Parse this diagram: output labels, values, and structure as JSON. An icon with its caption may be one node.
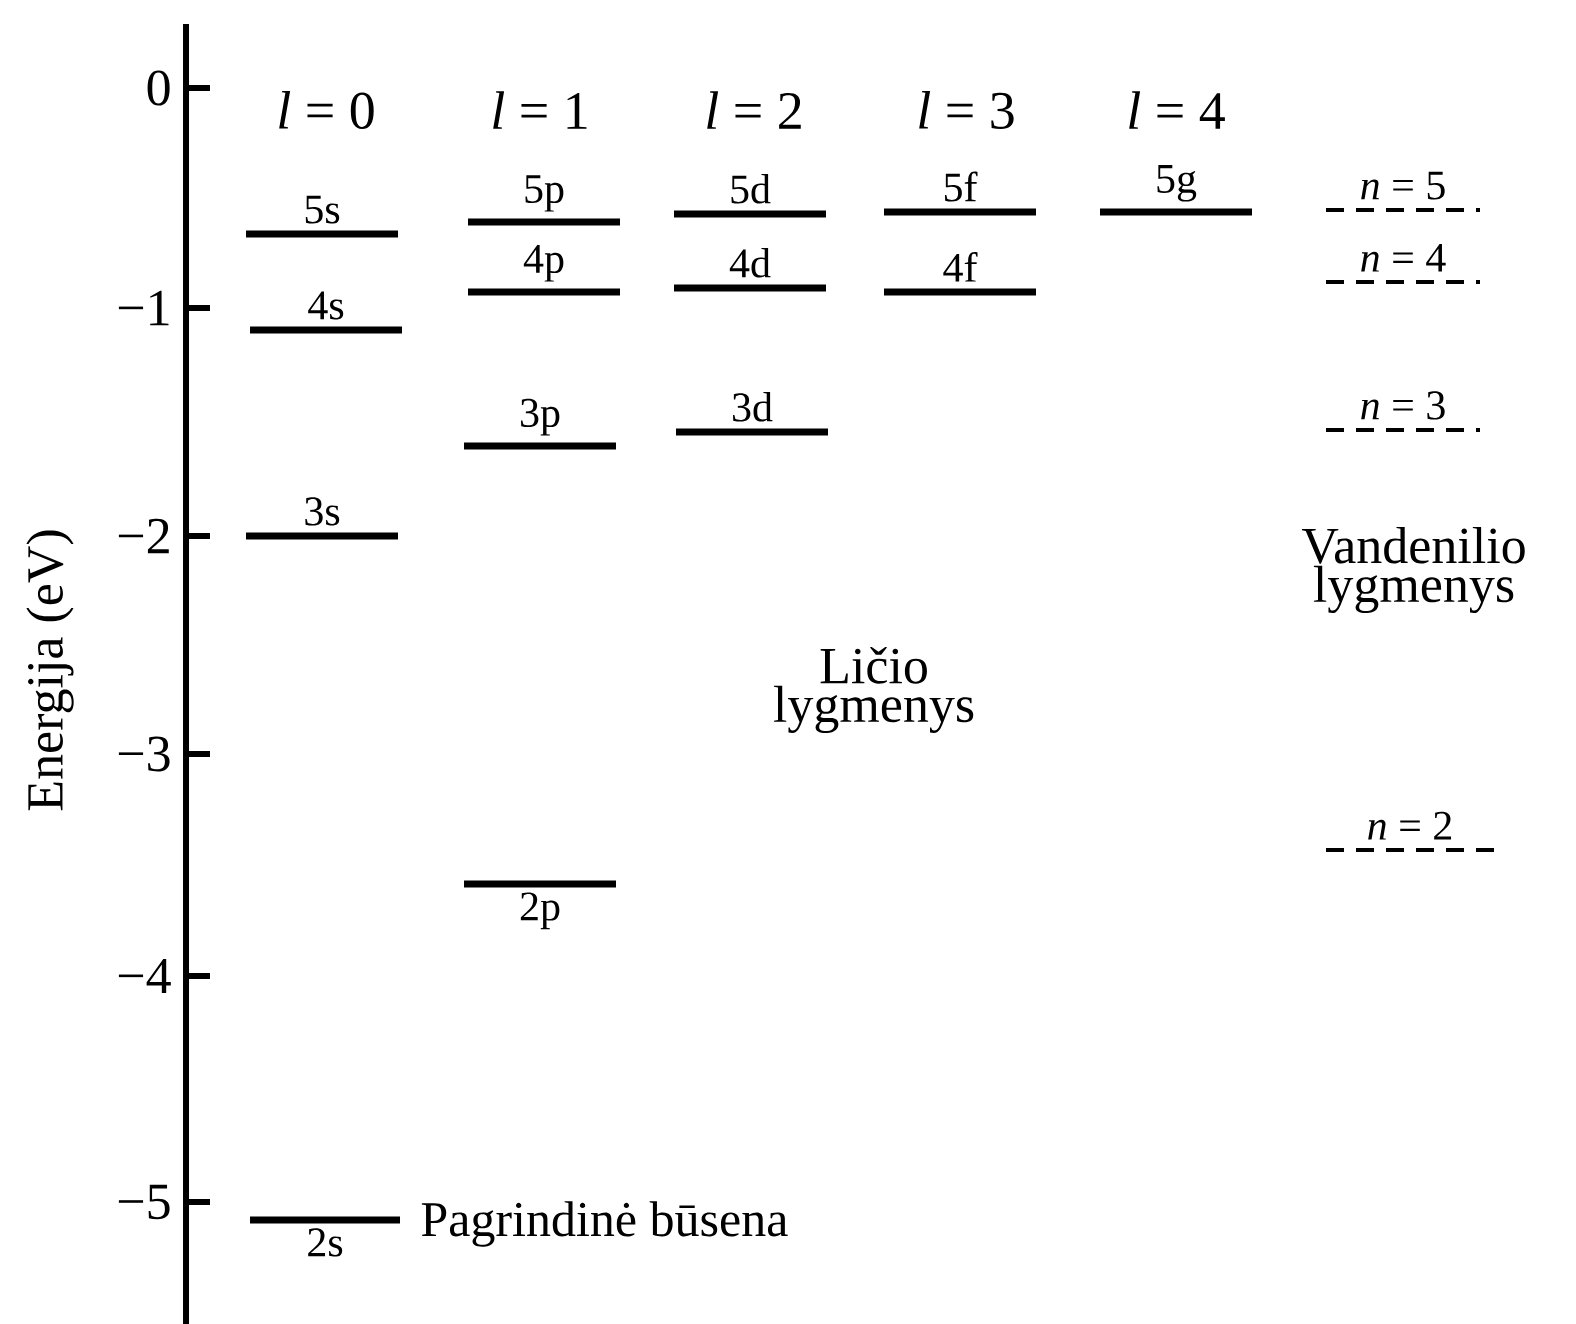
{
  "diagram": {
    "nodes": [
      {
        "text": [
          "5s"
        ]
      },
      {
        "text": [
          "4s"
        ]
      },
      {
        "text": [
          "3s"
        ]
      },
      {
        "text": [
          "2s"
        ],
        "beside": [
          "Pagrindinė būsena"
        ]
      },
      {
        "text": [
          "5p"
        ]
      },
      {
        "text": [
          "4p"
        ]
      },
      {
        "text": [
          "3p"
        ]
      },
      {
        "text": [
          "2p"
        ]
      },
      {
        "text": [
          "5d"
        ]
      },
      {
        "text": [
          "4d"
        ]
      },
      {
        "text": [
          "3d"
        ]
      },
      {
        "text": [
          "5f"
        ]
      },
      {
        "text": [
          "4f"
        ]
      },
      {
        "text": [
          "5g"
        ]
      },
      {
        "text": [
          "*n* = 5"
        ]
      },
      {
        "text": [
          "*n* = 4"
        ]
      },
      {
        "text": [
          "*n* = 3"
        ]
      },
      {
        "text": [
          "*n* = 2"
        ]
      }
    ],
    "labels": [
      "*l* = 0",
      "*l* = 1",
      "*l* = 2",
      "*l* = 3",
      "*l* = 4",
      "0",
      "−1",
      "−2",
      "−3",
      "−4",
      "−5",
      "Energija (eV)",
      "Ličio lygmenys",
      "Vandenilio lygmenys"
    ]
  }
}
